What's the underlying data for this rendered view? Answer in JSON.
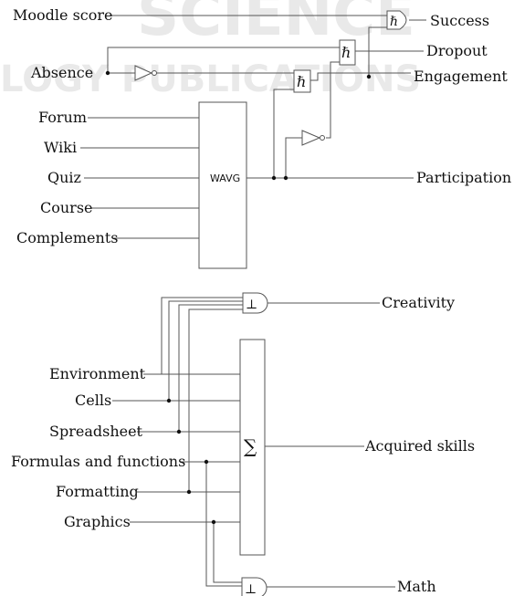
{
  "diagram1": {
    "inputs": {
      "moodle_score": "Moodle score",
      "absence": "Absence",
      "forum": "Forum",
      "wiki": "Wiki",
      "quiz": "Quiz",
      "course": "Course",
      "complements": "Complements"
    },
    "outputs": {
      "success": "Success",
      "dropout": "Dropout",
      "engagement": "Engagement",
      "participation": "Participation"
    },
    "wavg_label": "WAVG",
    "hbar_symbol": "ℏ"
  },
  "diagram2": {
    "inputs": {
      "environment": "Environment",
      "cells": "Cells",
      "spreadsheet": "Spreadsheet",
      "formulas": "Formulas and functions",
      "formatting": "Formatting",
      "graphics": "Graphics"
    },
    "outputs": {
      "creativity": "Creativity",
      "acquired": "Acquired skills",
      "math": "Math"
    },
    "sum_symbol": "∑",
    "and_symbol": "⊥"
  },
  "watermark": {
    "top": "SCIENCE",
    "bottom": "LOGY PUBLICATIONS"
  }
}
